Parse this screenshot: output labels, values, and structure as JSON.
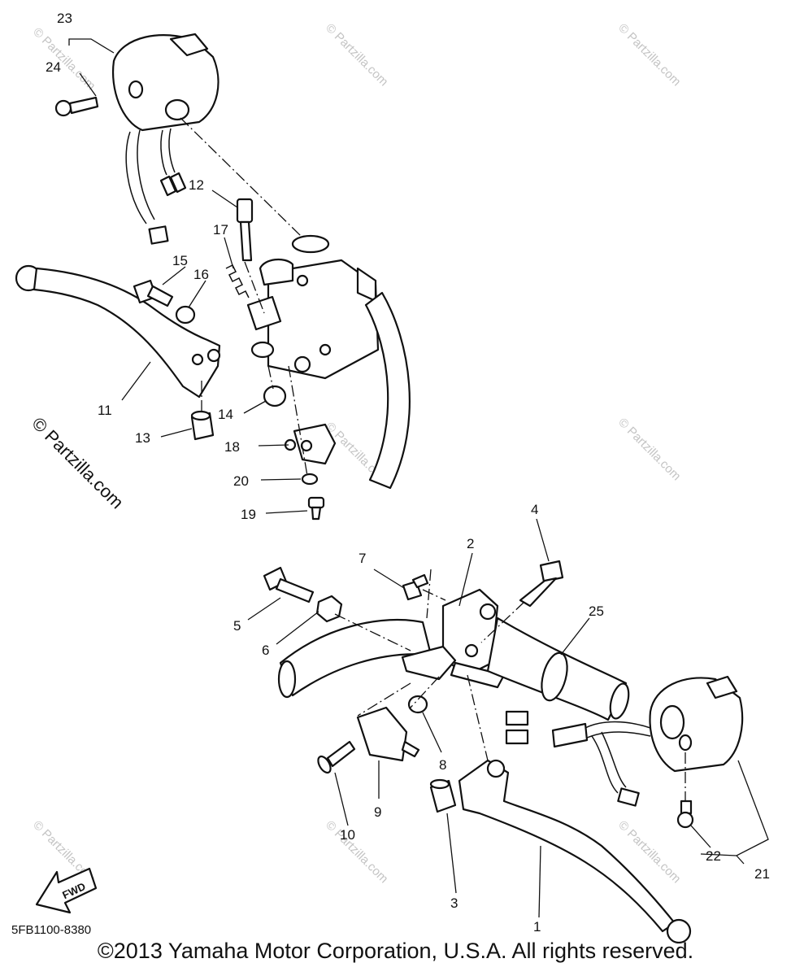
{
  "diagram": {
    "callouts": [
      {
        "id": "1",
        "label": "1"
      },
      {
        "id": "2",
        "label": "2"
      },
      {
        "id": "3",
        "label": "3"
      },
      {
        "id": "4",
        "label": "4"
      },
      {
        "id": "5",
        "label": "5"
      },
      {
        "id": "6",
        "label": "6"
      },
      {
        "id": "7",
        "label": "7"
      },
      {
        "id": "8",
        "label": "8"
      },
      {
        "id": "9",
        "label": "9"
      },
      {
        "id": "10",
        "label": "10"
      },
      {
        "id": "11",
        "label": "11"
      },
      {
        "id": "12",
        "label": "12"
      },
      {
        "id": "13",
        "label": "13"
      },
      {
        "id": "14",
        "label": "14"
      },
      {
        "id": "15",
        "label": "15"
      },
      {
        "id": "16",
        "label": "16"
      },
      {
        "id": "17",
        "label": "17"
      },
      {
        "id": "18",
        "label": "18"
      },
      {
        "id": "19",
        "label": "19"
      },
      {
        "id": "20",
        "label": "20"
      },
      {
        "id": "21",
        "label": "21"
      },
      {
        "id": "22",
        "label": "22"
      },
      {
        "id": "23",
        "label": "23"
      },
      {
        "id": "24",
        "label": "24"
      },
      {
        "id": "25",
        "label": "25"
      }
    ],
    "watermark": "© Partzilla.com",
    "side_watermark": "© Partzilla.com",
    "fwd_label": "FWD",
    "diagram_code": "5FB1100-8380"
  },
  "footer": {
    "copyright": "©2013 Yamaha Motor Corporation, U.S.A. All rights reserved."
  }
}
